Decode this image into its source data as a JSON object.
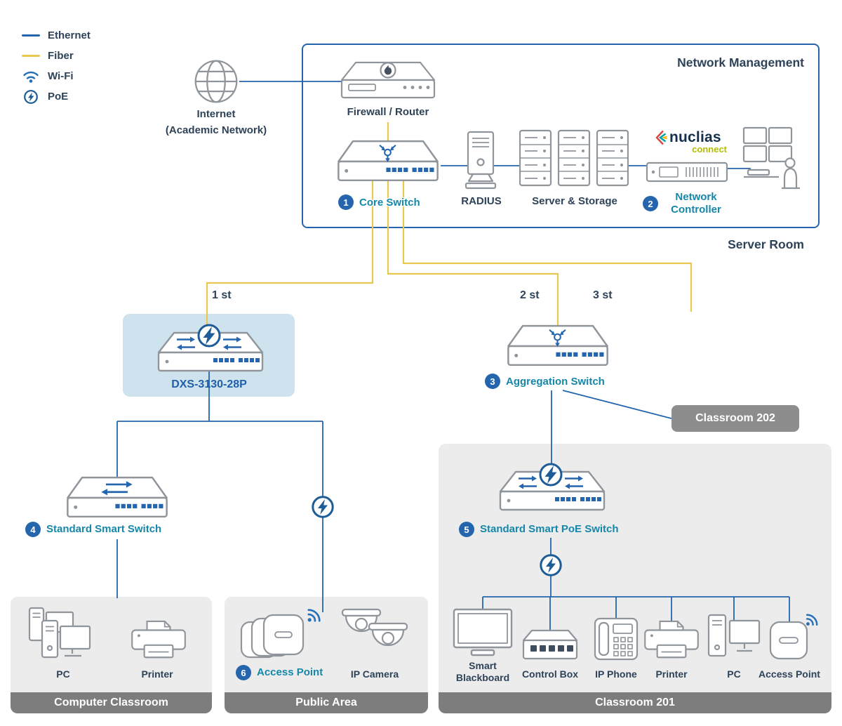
{
  "colors": {
    "ethernet": "#2565ad",
    "fiber": "#e8c84f",
    "wifi": "#2470b8",
    "poe": "#1d5c96",
    "accent_teal": "#1587a9",
    "text_navy": "#2e4258",
    "badge_blue": "#2565ad",
    "panel_gray": "#ececec",
    "bar_gray": "#7d7d7d",
    "dxs_highlight": "#cfe3ef",
    "nuclias_navy": "#14304f",
    "nuclias_green": "#b5bd00"
  },
  "legend": {
    "items": [
      {
        "icon": "ethernet-line",
        "label": "Ethernet"
      },
      {
        "icon": "fiber-line",
        "label": "Fiber"
      },
      {
        "icon": "wifi",
        "label": "Wi-Fi"
      },
      {
        "icon": "poe",
        "label": "PoE"
      }
    ]
  },
  "internet": {
    "line1": "Internet",
    "line2": "(Academic Network)"
  },
  "management": {
    "title": "Network Management",
    "room_label": "Server Room",
    "firewall_label": "Firewall / Router",
    "core_switch_num": "1",
    "core_switch_label": "Core Switch",
    "radius_label": "RADIUS",
    "server_storage_label": "Server & Storage",
    "nuclias_brand": "nuclias",
    "nuclias_sub": "connect",
    "controller_num": "2",
    "controller_line1": "Network",
    "controller_line2": "Controller"
  },
  "risers": {
    "first": "1 st",
    "second": "2 st",
    "third": "3 st"
  },
  "dxs": {
    "label": "DXS-3130-28P"
  },
  "aggregation": {
    "num": "3",
    "label": "Aggregation Switch"
  },
  "classroom202": {
    "label": "Classroom 202"
  },
  "smart_switch": {
    "num": "4",
    "label": "Standard Smart Switch"
  },
  "poe_switch": {
    "num": "5",
    "label": "Standard Smart PoE Switch"
  },
  "computer_classroom": {
    "title": "Computer Classroom",
    "pc_label": "PC",
    "printer_label": "Printer"
  },
  "public_area": {
    "title": "Public Area",
    "ap_num": "6",
    "ap_label": "Access Point",
    "camera_label": "IP Camera"
  },
  "classroom201": {
    "title": "Classroom 201",
    "blackboard_line1": "Smart",
    "blackboard_line2": "Blackboard",
    "control_box_label": "Control Box",
    "phone_label": "IP Phone",
    "printer_label": "Printer",
    "pc_label": "PC",
    "ap_label": "Access Point"
  }
}
